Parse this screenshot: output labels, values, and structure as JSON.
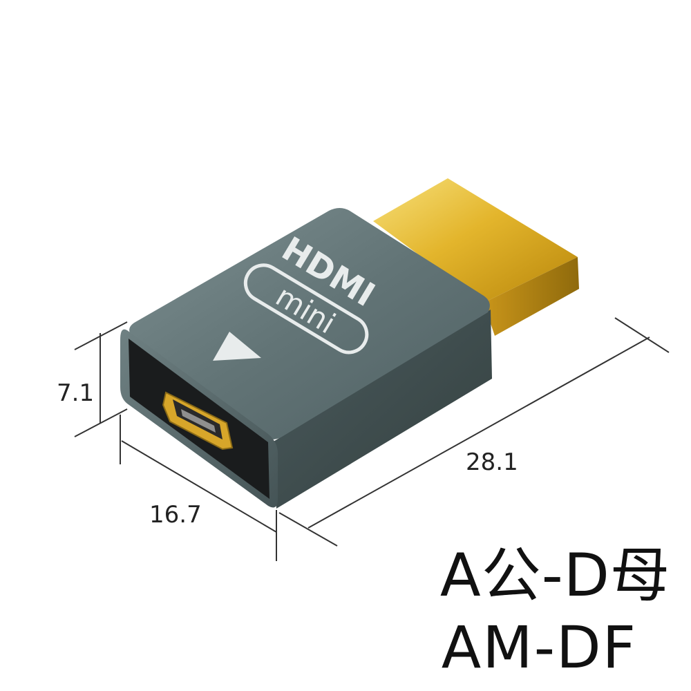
{
  "product": {
    "brand_text": "HDMI",
    "badge_text": "mini"
  },
  "dimensions": {
    "height": "7.1",
    "width": "16.7",
    "length": "28.1"
  },
  "caption": {
    "line1": "A公-D母",
    "line2": "AM-DF"
  },
  "colors": {
    "body": "#586a6c",
    "body_dark": "#3e4d50",
    "gold": "#e3b52c",
    "face": "#1a1c1d",
    "text": "#e8ecec"
  }
}
